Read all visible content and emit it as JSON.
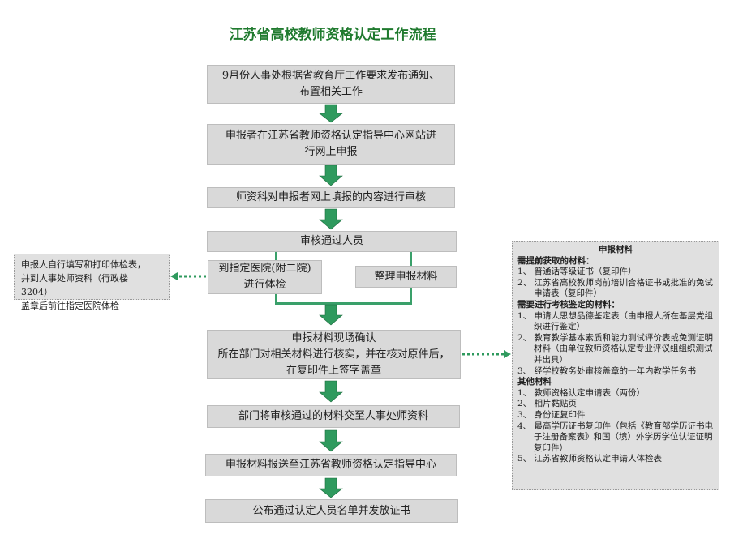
{
  "title": "江苏省高校教师资格认定工作流程",
  "steps": [
    "9月份人事处根据省教育厅工作要求发布通知、\n布置相关工作",
    "申报者在江苏省教师资格认定指导中心网站进\n行网上申报",
    "师资科对申报者网上填报的内容进行审核",
    "审核通过人员",
    "到指定医院(附二院)\n进行体检",
    "整理申报材料",
    "申报材料现场确认\n所在部门对相关材料进行核实，并在核对原件后，\n在复印件上签字盖章",
    "部门将审核通过的材料交至人事处师资科",
    "申报材料报送至江苏省教师资格认定指导中心",
    "公布通过认定人员名单并发放证书"
  ],
  "left_note": "申报人自行填写和打印体检表，\n并到人事处师资科（行政楼 3204）\n盖章后前往指定医院体检",
  "materials": {
    "heading": "申报材料",
    "sections": [
      {
        "title": "需提前获取的材料：",
        "items": [
          "1、 普通话等级证书（复印件）",
          "2、 江苏省高校教师岗前培训合格证书或批准的免试申请表（复印件）"
        ]
      },
      {
        "title": "需要进行考核鉴定的材料：",
        "items": [
          "1、 申请人思想品德鉴定表（由申报人所在基层党组织进行鉴定）",
          "2、 教育教学基本素质和能力测试评价表或免测证明材料（由单位教师资格认定专业评议组组织测试并出具）",
          "3、 经学校教务处审核盖章的一年内教学任务书"
        ]
      },
      {
        "title": "其他材料",
        "items": [
          "1、 教师资格认定申请表（两份）",
          "2、 相片黏贴页",
          "3、 身份证复印件",
          "4、 最高学历证书复印件（包括《教育部学历证书电子注册备案表》和国（境）外学历学位认证证明复印件）",
          "5、 江苏省教师资格认定申请人体检表"
        ]
      }
    ]
  },
  "colors": {
    "arrow": "#2f9a5e",
    "box": "#d9d9d9",
    "title": "#1f7a2e"
  }
}
